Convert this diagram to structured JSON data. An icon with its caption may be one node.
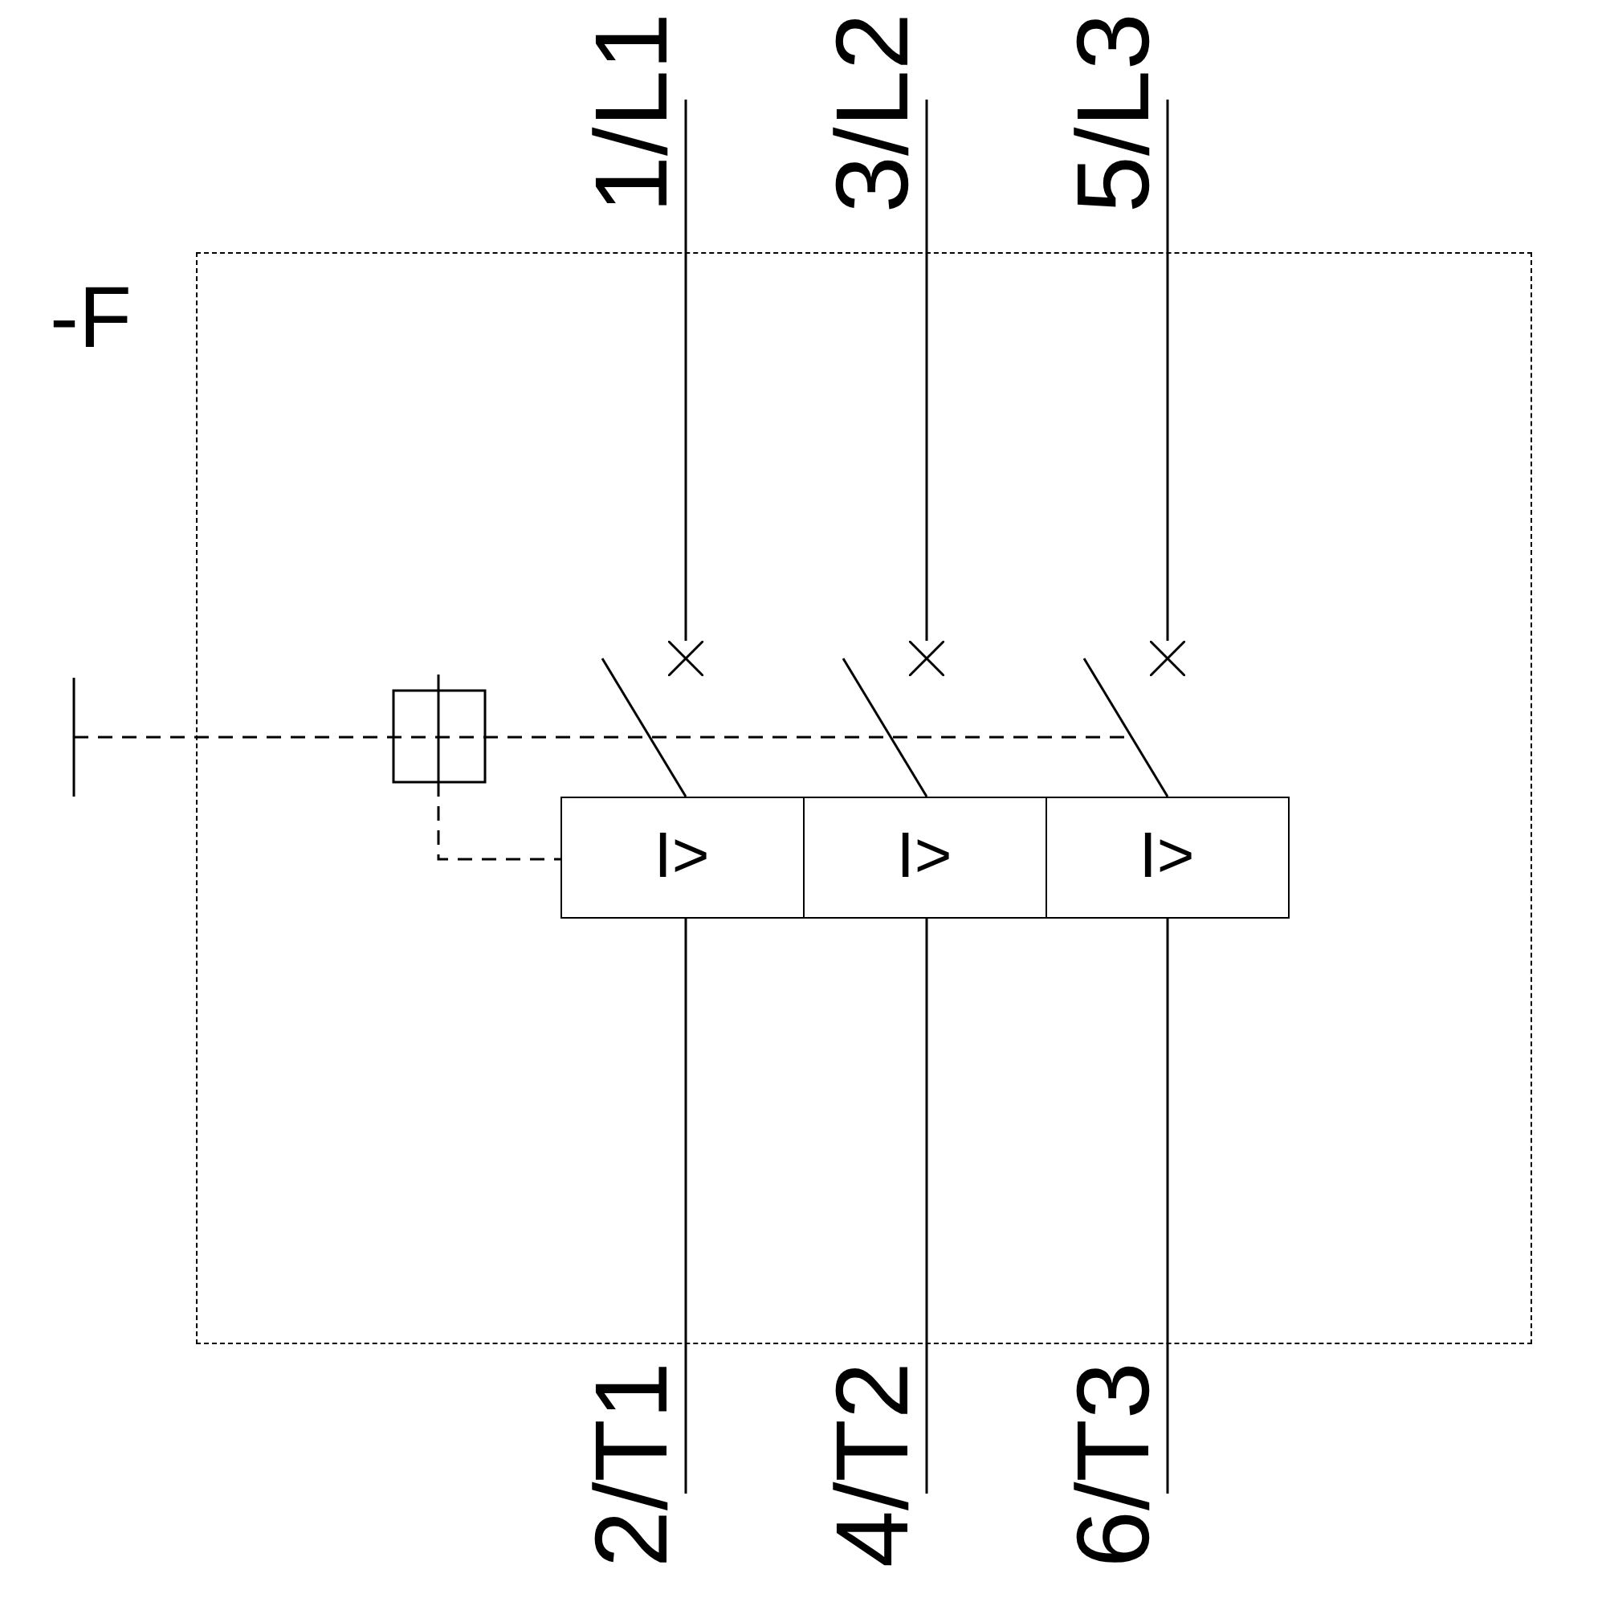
{
  "diagram": {
    "nodes": [
      {
        "text": [
          "-F"
        ]
      },
      {
        "text": [
          "I>"
        ],
        "in": 0
      },
      {
        "text": [
          "I>"
        ],
        "in": 0
      },
      {
        "text": [
          "I>"
        ],
        "in": 0
      },
      {
        "text": [
          "1/L1"
        ]
      },
      {
        "text": [
          "3/L2"
        ]
      },
      {
        "text": [
          "5/L3"
        ]
      },
      {
        "text": [
          "2/T1"
        ]
      },
      {
        "text": [
          "4/T2"
        ]
      },
      {
        "text": [
          "6/T3"
        ]
      },
      {
        "text": [],
        "shape": "cross",
        "in": 0
      },
      {
        "text": [],
        "shape": "cross",
        "in": 0
      },
      {
        "text": [],
        "shape": "cross",
        "in": 0
      }
    ],
    "edges": [
      {
        "from": 4,
        "to": 10,
        "arrow": "none"
      },
      {
        "from": 1,
        "to": null,
        "arrow": "none"
      },
      {
        "from": 1,
        "to": 7,
        "arrow": "none"
      },
      {
        "from": 5,
        "to": 11,
        "arrow": "none"
      },
      {
        "from": 2,
        "to": null,
        "arrow": "none"
      },
      {
        "from": 2,
        "to": 8,
        "arrow": "none"
      },
      {
        "from": 6,
        "to": 12,
        "arrow": "none"
      },
      {
        "from": 3,
        "to": null,
        "arrow": "none"
      },
      {
        "from": 3,
        "to": 9,
        "arrow": "none"
      }
    ]
  }
}
